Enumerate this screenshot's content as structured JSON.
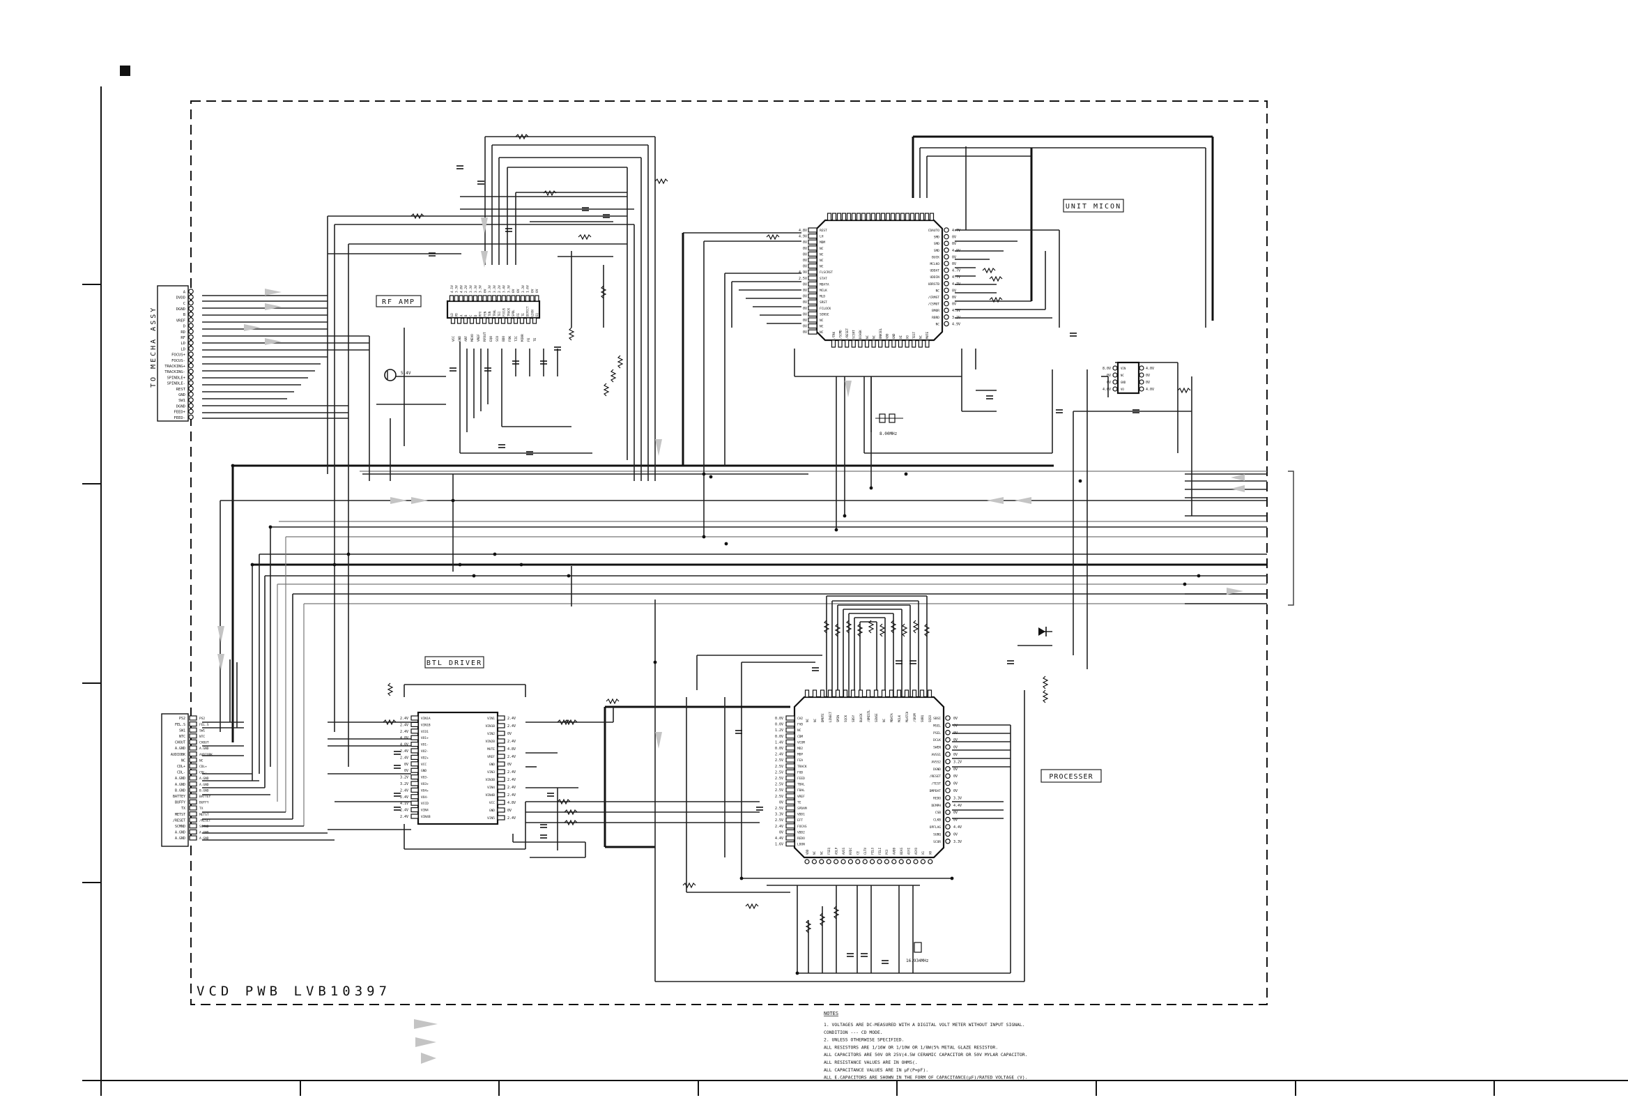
{
  "header": {
    "marker": "■"
  },
  "board": {
    "name": "VCD PWB LVB10397"
  },
  "blocks": {
    "rf_amp": "RF AMP",
    "unit_micon": "UNIT MICON",
    "btl_driver": "BTL DRIVER",
    "processer": "PROCESSER"
  },
  "connectors": {
    "mecha": {
      "label": "TO MECHA ASSY",
      "pins": [
        "A",
        "DVDD",
        "C",
        "DGND",
        "B",
        "VREF",
        "D",
        "RD",
        "RF",
        "LD",
        "LD",
        "FOCUS+",
        "FOCUS-",
        "TRACKING+",
        "TRACKING-",
        "SPINDLE+",
        "SPINDLE-",
        "REST",
        "GND",
        "SW1",
        "DGND",
        "FEED+",
        "FEED-"
      ]
    },
    "left_lower": {
      "pins": [
        "PS2",
        "FEL.S",
        "SW1",
        "NTC",
        "CHOUT",
        "A.GND",
        "AUDIOBK",
        "NC",
        "CDL+",
        "CDL-",
        "A.GND",
        "A.GND",
        "B.GND",
        "BATTEY",
        "BUFFY",
        "TX",
        "METST",
        "/RESET",
        "SCMND",
        "A.GND",
        "A.GND"
      ],
      "nets": [
        "PS2",
        "FEL.S",
        "SW1",
        "NTC",
        "CHOUT",
        "A.GND",
        "AUDIOBK",
        "NC",
        "CDL+",
        "CDL-",
        "A.GND",
        "A.GND",
        "B.GND",
        "BATTEY",
        "BUFFY",
        "TX",
        "METST",
        "/RESET",
        "SCMND",
        "A.GND",
        "A.GND"
      ]
    }
  },
  "ic_pins": {
    "rf_amp_top": [
      "4.1V",
      "3.3V",
      "4.0V",
      "2.2V",
      "3.3V",
      "3.3V",
      "3.3V",
      "0V",
      "3.3V",
      "3.3V",
      "2.2V",
      "3.4V",
      "3.3V",
      "0V",
      "0V",
      "3.3V",
      "1.6V",
      "0V",
      "0V"
    ],
    "rf_amp_top_names": [
      "LD",
      "PD",
      "A",
      "B",
      "C",
      "D",
      "RFO",
      "FEN",
      "TEN",
      "TRAL",
      "TEI",
      "FOCUS",
      "TRACK",
      "SPDL",
      "FE",
      "TE",
      "DEFECT",
      "LDON",
      "EQ"
    ],
    "rf_amp_bottom_names": [
      "VCC",
      "GND",
      "ARF",
      "MEVO",
      "VREF",
      "RFOUT",
      "EQO",
      "SCO",
      "BDO",
      "FOK",
      "TZC",
      "MIRR",
      "FE",
      "TE"
    ],
    "micon_left_volts": [
      "4.8V",
      "4.9V",
      "0V",
      "0V",
      "0V",
      "0V",
      "0V",
      "4.9V",
      "2.5V",
      "0V",
      "0V",
      "0V",
      "0V",
      "0V",
      "0V",
      "0V",
      "0V",
      "0V"
    ],
    "micon_left_names": [
      "REST",
      "LH",
      "MDM",
      "NC",
      "NC",
      "NC",
      "NC",
      "FLSCRST",
      "STAT",
      "MDATA",
      "MCLK",
      "MLD",
      "SRST",
      "FCLOCK",
      "SENSE",
      "NC",
      "NC",
      "NC"
    ],
    "micon_right_volts": [
      "4.7V",
      "0V",
      "0V",
      "4.9V",
      "0V",
      "0V",
      "4.7V",
      "4.7V",
      "4.7V",
      "0V",
      "0V",
      "0V",
      "4.9V",
      "3.2V",
      "4.9V"
    ],
    "micon_right_names": [
      "CDAUTO",
      "SMD",
      "SMD",
      "SMD",
      "BUCK",
      "MCLKO",
      "UDDAT",
      "UDDIN",
      "UDRSTB",
      "NC",
      "/CRMST",
      "/CSMUT",
      "BMOR",
      "RBRD",
      "NC"
    ],
    "micon_bottom_names": [
      "/TRK",
      "/SCMD",
      "/RESET",
      "SCSRT",
      "DCHEK",
      "NC",
      "NC",
      "BNKSEL",
      "VDD",
      "GND",
      "XI",
      "XO",
      "TEST",
      "NC",
      "MUTE"
    ],
    "micon_crystal": "8.00MHz",
    "btl_left": [
      "VIN1A",
      "VIN1B",
      "VCO1",
      "VO1+",
      "VO1-",
      "VO2-",
      "VO2+",
      "VCC",
      "GND",
      "VO3-",
      "VO3+",
      "VO4+",
      "VO4-",
      "VCCD",
      "VIN4",
      "VIN4B"
    ],
    "btl_left_volts": [
      "2.4V",
      "2.4V",
      "2.4V",
      "4.0V",
      "4.0V",
      "2.4V",
      "2.4V",
      "0V",
      "0V",
      "3.2V",
      "3.2V",
      "2.4V",
      "2.4V",
      "4.1V",
      "2.4V",
      "2.4V"
    ],
    "btl_right": [
      "VIN1",
      "VIN1B",
      "VIN2",
      "VIN2B",
      "MUTE",
      "VREF",
      "GND",
      "VIN3",
      "VIN3B",
      "VIN4",
      "VIN4B",
      "VCC",
      "GND",
      "VIN5"
    ],
    "btl_right_volts": [
      "2.4V",
      "2.4V",
      "0V",
      "2.4V",
      "4.8V",
      "2.4V",
      "0V",
      "2.4V",
      "2.4V",
      "2.4V",
      "2.4V",
      "4.8V",
      "0V",
      "2.4V"
    ],
    "proc_left_names": [
      "CH2",
      "FVD",
      "NC",
      "CDM",
      "VCOM",
      "MD2",
      "MDP",
      "FEA",
      "TRACK",
      "FOD",
      "FEED",
      "TBAL",
      "FBAL",
      "VREF",
      "TE",
      "SPDAM",
      "VDD1",
      "EFT",
      "FOCAS",
      "VDD2",
      "REDO",
      "LDON"
    ],
    "proc_left_volts": [
      "0.0V",
      "0.0V",
      "1.2V",
      "0.0V",
      "1.4V",
      "0.0V",
      "2.4V",
      "2.5V",
      "2.5V",
      "2.5V",
      "2.5V",
      "2.5V",
      "2.5V",
      "2.5V",
      "0V",
      "2.5V",
      "3.3V",
      "2.5V",
      "2.4V",
      "0V",
      "4.4V",
      "1.6V"
    ],
    "proc_right_names": [
      "SBSI",
      "MSEL",
      "PSEL",
      "DCLK",
      "SWEN",
      "AVSS1",
      "AVSS2",
      "DGND",
      "/RESET",
      "/TEST",
      "DMPDAT",
      "REDO",
      "DEMPH",
      "CSB",
      "CLKB",
      "OPFLAG",
      "SUBQ",
      "SCOR"
    ],
    "proc_right_volts": [
      "0V",
      "0V",
      "0V",
      "0V",
      "0V",
      "0V",
      "3.2V",
      "0V",
      "0V",
      "0V",
      "0V",
      "3.3V",
      "4.4V",
      "0V",
      "0V",
      "4.4V",
      "0V",
      "3.3V"
    ],
    "proc_top_names": [
      "NC",
      "NC",
      "DMUTE",
      "LINECT",
      "SMIN",
      "SQCK",
      "SBSY",
      "BLKCK",
      "/BMISTL",
      "SENSE",
      "NC",
      "MDATA",
      "MCLK",
      "MLATCH",
      "/SROM",
      "SUBQ",
      "SQSO"
    ],
    "proc_bottom_names": [
      "VDD",
      "NC",
      "NC",
      "FSEQ",
      "ASLP",
      "AVSS",
      "RFDC",
      "CE",
      "CLTV",
      "FILO",
      "FILI",
      "PCO",
      "AVDD",
      "BIAS",
      "ASYI",
      "ASYO",
      "X1",
      "X0"
    ],
    "proc_crystal": "16.934MHz"
  },
  "aux_ic": {
    "pins_left": [
      "8.0V",
      "0V",
      "0V",
      "4.0V"
    ],
    "pins_right": [
      "4.0V",
      "0V",
      "0V",
      "4.0V"
    ],
    "names": [
      "VIN",
      "NC",
      "GND",
      "VO"
    ]
  },
  "notes": {
    "title": "NOTES",
    "lines": [
      "1. VOLTAGES ARE DC-MEASURED WITH A DIGITAL VOLT METER WITHOUT INPUT SIGNAL.",
      "   CONDITION --- CD MODE.",
      "2. UNLESS OTHERWISE SPECIFIED.",
      "   ALL RESISTORS ARE 1/16W OR 1/10W OR 1/8W(5% METAL GLAZE RESISTOR.",
      "   ALL CAPACITORS ARE 50V OR 25V(4.5W CERAMIC CAPACITOR OR 50V MYLAR CAPACITOR.",
      "   ALL RESISTANCE VALUES ARE IN OHMS(.",
      "   ALL CAPACITANCE VALUES ARE IN µF(P=pF).",
      "   ALL E.CAPACITORS ARE SHOWN IN THE FORM OF CAPACITANCE(µF)/RATED VOLTAGE (V)."
    ]
  }
}
